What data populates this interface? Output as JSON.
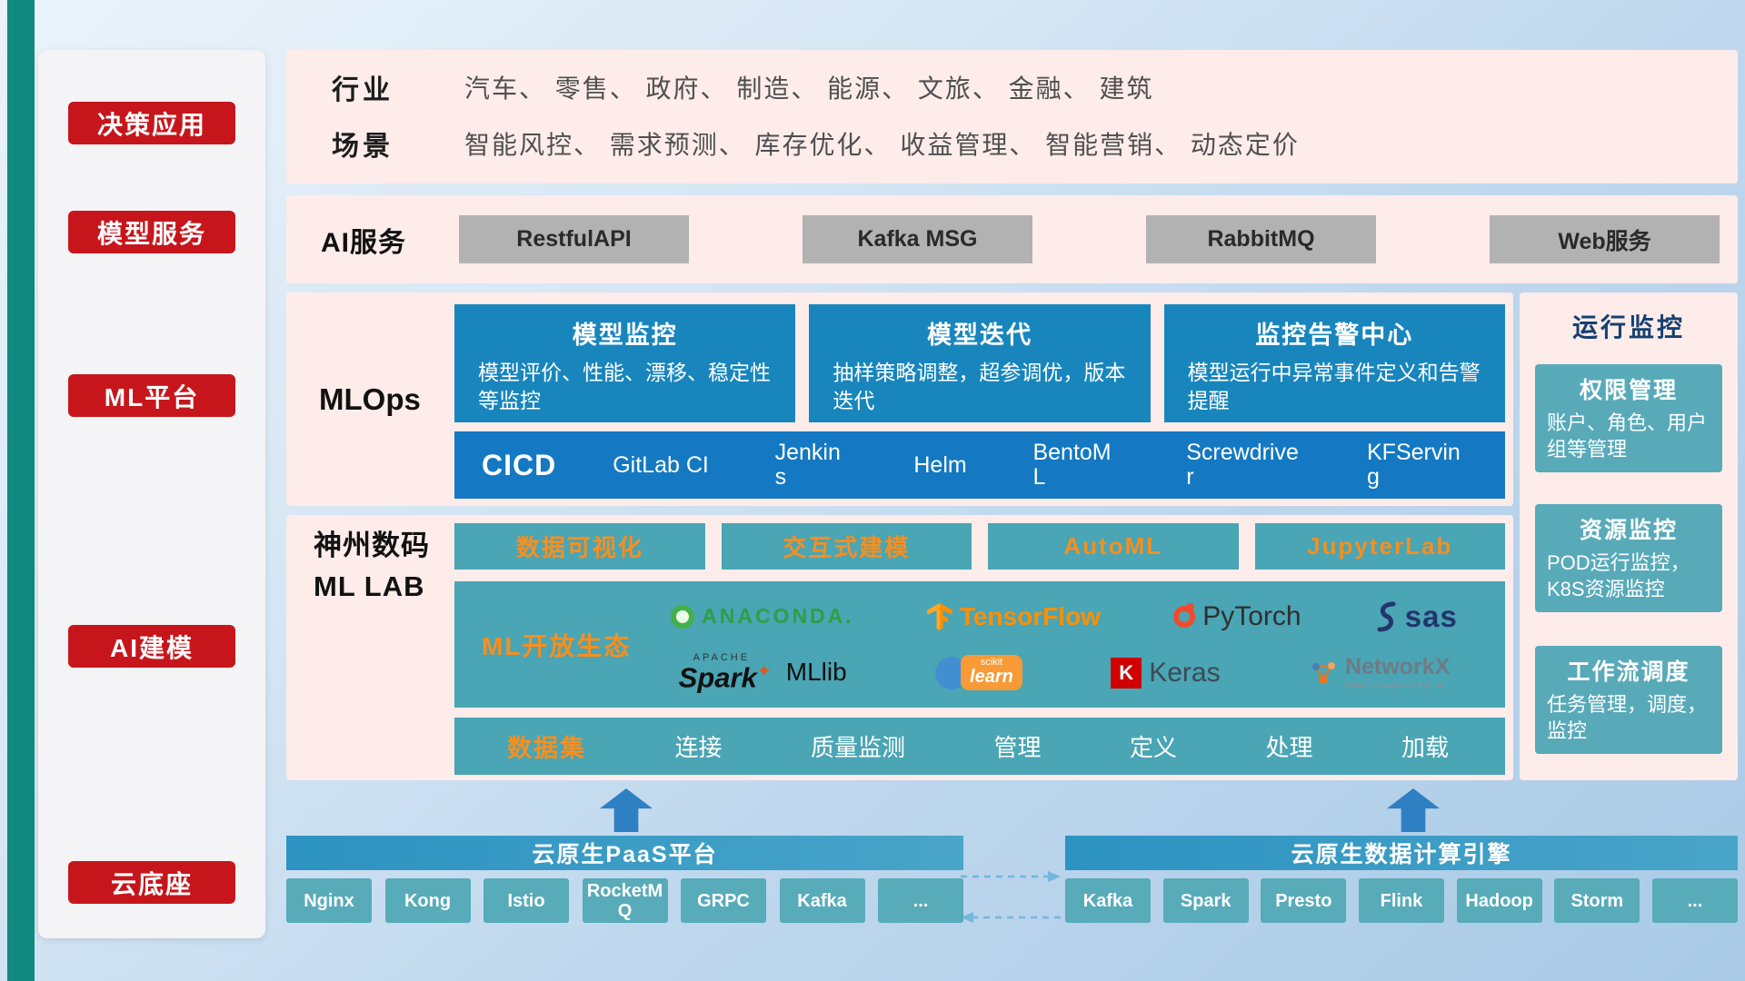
{
  "colors": {
    "badge_red": "#c6161c",
    "panel_pink": "#fdecea",
    "card_blue": "#1886bd",
    "cicd_blue": "#1479c2",
    "teal": "#4aa5b4",
    "accent_orange": "#f78f1e",
    "bottom_bar_blue": "#2d93c2",
    "stripe_teal": "#108a7e",
    "monitor_title_navy": "#16406e"
  },
  "sidebar": {
    "items": [
      {
        "label": "决策应用"
      },
      {
        "label": "模型服务"
      },
      {
        "label": "ML平台"
      },
      {
        "label": "AI建模"
      },
      {
        "label": "云底座"
      }
    ]
  },
  "industry_row": {
    "row1_label": "行业",
    "row1_text": "汽车、 零售、 政府、 制造、 能源、 文旅、 金融、 建筑",
    "row2_label": "场景",
    "row2_text": "智能风控、 需求预测、 库存优化、 收益管理、 智能营销、 动态定价"
  },
  "ai_service_row": {
    "label": "AI服务",
    "buttons": [
      "RestfulAPI",
      "Kafka MSG",
      "RabbitMQ",
      "Web服务"
    ]
  },
  "mlops": {
    "label": "MLOps",
    "cards": [
      {
        "title": "模型监控",
        "desc": "模型评价、性能、漂移、稳定性等监控"
      },
      {
        "title": "模型迭代",
        "desc": "抽样策略调整，超参调优，版本迭代"
      },
      {
        "title": "监控告警中心",
        "desc": "模型运行中异常事件定义和告警提醒"
      }
    ],
    "cicd": {
      "label": "CICD",
      "items": [
        "GitLab CI",
        "Jenkins",
        "Helm",
        "BentoML",
        "Screwdriver",
        "KFServing"
      ]
    }
  },
  "monitoring": {
    "title": "运行监控",
    "cards": [
      {
        "title": "权限管理",
        "desc": "账户、角色、用户组等管理"
      },
      {
        "title": "资源监控",
        "desc": "POD运行监控，K8S资源监控"
      },
      {
        "title": "工作流调度",
        "desc": "任务管理，调度，监控"
      }
    ]
  },
  "mllab": {
    "label_line1": "神州数码",
    "label_line2": "ML LAB",
    "tools": [
      "数据可视化",
      "交互式建模",
      "AutoML",
      "JupyterLab"
    ],
    "ecosystem": {
      "label": "ML开放生态",
      "logos": {
        "anaconda": {
          "text": "ANACONDA."
        },
        "tensorflow": {
          "text": "TensorFlow"
        },
        "pytorch": {
          "text": "PyTorch"
        },
        "sas": {
          "text": "sas"
        },
        "spark": {
          "apache": "APACHE",
          "text": "Spark",
          "star": "✦",
          "suffix": "MLlib"
        },
        "sklearn": {
          "top": "scikit",
          "text": "learn"
        },
        "keras": {
          "letter": "K",
          "text": "Keras"
        },
        "networkx": {
          "text": "NetworkX",
          "caption": "Network Analysis in Python"
        }
      }
    },
    "dataset": {
      "label": "数据集",
      "items": [
        "连接",
        "质量监测",
        "管理",
        "定义",
        "处理",
        "加载"
      ]
    }
  },
  "cloud_base": {
    "paas": {
      "title": "云原生PaaS平台",
      "items": [
        "Nginx",
        "Kong",
        "Istio",
        "RocketMQ",
        "GRPC",
        "Kafka",
        "..."
      ]
    },
    "engine": {
      "title": "云原生数据计算引擎",
      "items": [
        "Kafka",
        "Spark",
        "Presto",
        "Flink",
        "Hadoop",
        "Storm",
        "..."
      ]
    }
  }
}
